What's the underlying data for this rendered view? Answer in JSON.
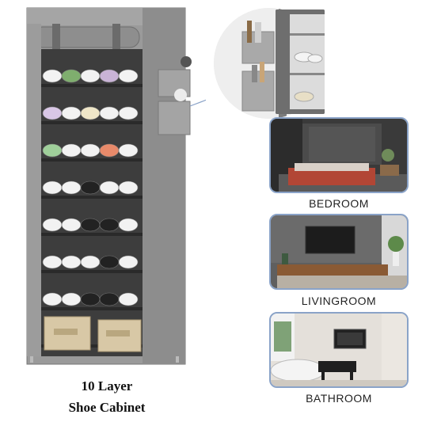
{
  "product": {
    "caption_line1": "10 Layer",
    "caption_line2": "Shoe Cabinet"
  },
  "rooms": [
    {
      "label": "BEDROOM"
    },
    {
      "label": "LIVINGROOM"
    },
    {
      "label": "BATHROOM"
    }
  ],
  "colors": {
    "cabinet_fabric": "#8c8c8c",
    "frame_border": "#8aa3c8",
    "text": "#222222"
  }
}
